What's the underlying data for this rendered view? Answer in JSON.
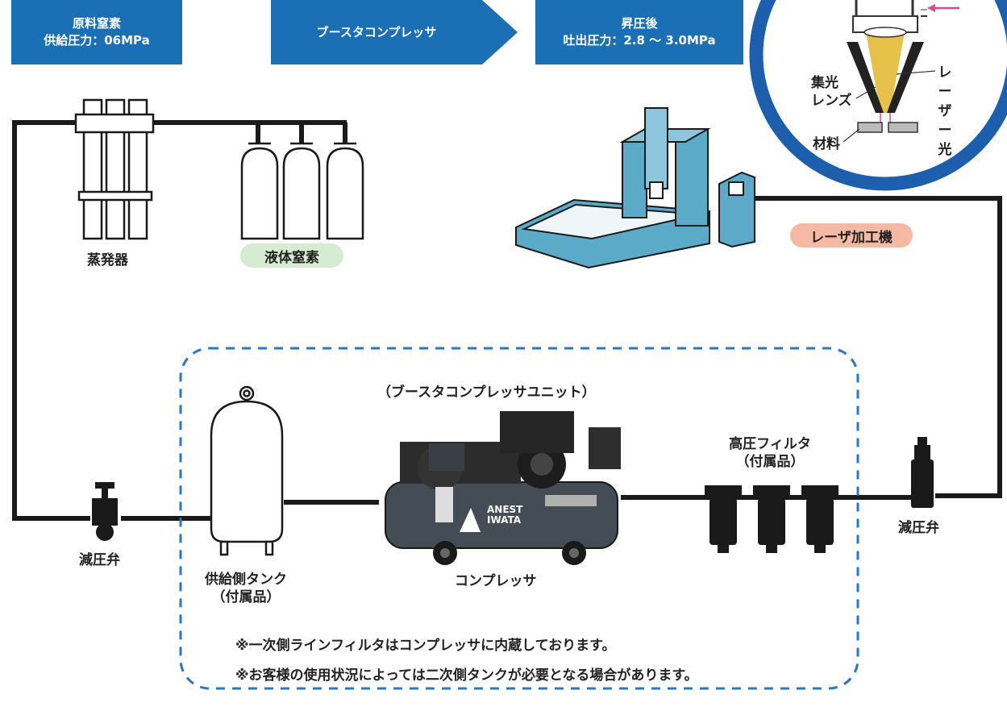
{
  "header_steps": [
    {
      "line1": "原料窒素",
      "line2": "供給圧力：06MPa"
    },
    {
      "line1": "ブースタコンプレッサ",
      "line2": ""
    },
    {
      "line1": "昇圧後",
      "line2": "吐出圧力：2.8 ～ 3.0MPa"
    }
  ],
  "laser_detail": {
    "lens": "集光\nレンズ",
    "laser_light": "レーザー光",
    "material": "材料"
  },
  "labels": {
    "evaporator": "蒸発器",
    "liquid_nitrogen": "液体窒素",
    "laser_machine": "レーザ加工機",
    "unit_title": "（ブースタコンプレッサユニット）",
    "high_pressure_filter": "高圧フィルタ\n（付属品）",
    "supply_tank": "供給側タンク\n（付属品）",
    "compressor": "コンプレッサ",
    "pressure_valve_left": "減圧弁",
    "pressure_valve_right": "減圧弁",
    "brand": "ANEST\nIWATA"
  },
  "notes": [
    "※一次側ラインフィルタはコンプレッサに内蔵しております。",
    "※お客様の使用状況によっては二次側タンクが必要となる場合があります。"
  ],
  "colors": {
    "step_blue": "#1a6fb5",
    "ring_blue": "#1d5fad",
    "pipe": "#1a1a1a",
    "dash_blue": "#2a78c2",
    "laser_beam": "#e6c24a",
    "pill_green": "#d6ecd2",
    "pill_salmon": "#f6b9a3",
    "machine_teal": "#5aaac8",
    "arrow_pink": "#d94b8a"
  }
}
